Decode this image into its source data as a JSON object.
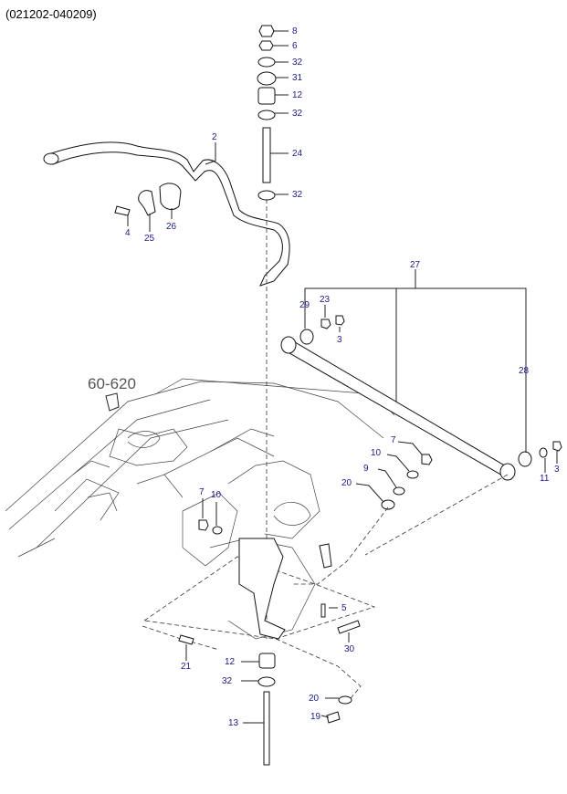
{
  "header": {
    "code": "(021202-040209)"
  },
  "reference": {
    "label": "60-620"
  },
  "labels": {
    "p8": "8",
    "p6": "6",
    "p32a": "32",
    "p31": "31",
    "p12a": "12",
    "p32b": "32",
    "p24": "24",
    "p32c": "32",
    "p2": "2",
    "p4": "4",
    "p25": "25",
    "p26": "26",
    "p27": "27",
    "p29": "29",
    "p23": "23",
    "p3a": "3",
    "p28": "28",
    "p11": "11",
    "p3b": "3",
    "p7a": "7",
    "p10a": "10",
    "p9": "9",
    "p20a": "20",
    "p7b": "7",
    "p10b": "10",
    "p5": "5",
    "p30": "30",
    "p21": "21",
    "p12b": "12",
    "p32d": "32",
    "p20b": "20",
    "p19": "19",
    "p13": "13"
  }
}
